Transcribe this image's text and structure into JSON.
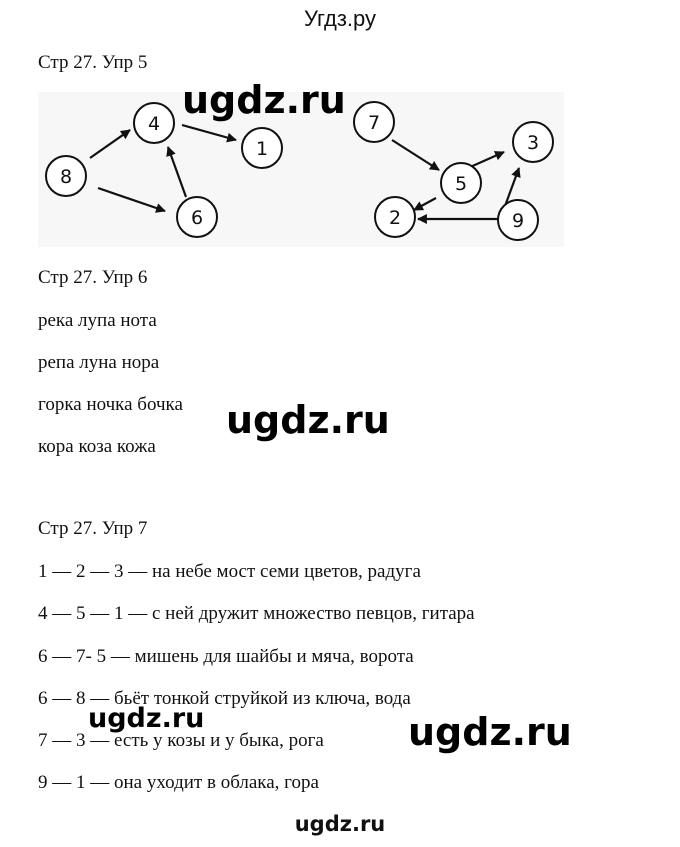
{
  "header": {
    "site": "Угдз.ру"
  },
  "ex5": {
    "title": "Стр 27. Упр 5",
    "nodes": [
      "8",
      "4",
      "1",
      "6",
      "7",
      "5",
      "3",
      "2",
      "9"
    ]
  },
  "ex6": {
    "title": "Стр 27. Упр 6",
    "lines": [
      "река лупа нота",
      "репа луна нора",
      "горка ночка бочка",
      "кора коза кожа"
    ]
  },
  "ex7": {
    "title": "Стр 27. Упр 7",
    "lines": [
      "1 — 2 — 3 — на небе мост семи цветов, радуга",
      "4 — 5 — 1 — с ней дружит множество певцов, гитара",
      "6 — 7- 5 — мишень для шайбы и мяча, ворота",
      "6 — 8 — бьёт тонкой струйкой из ключа, вода",
      "7 — 3 — есть у козы и у быка, рога",
      "9 — 1 — она уходит в облака, гора"
    ]
  },
  "watermarks": [
    "ugdz.ru",
    "ugdz.ru",
    "ugdz.ru",
    "ugdz.ru"
  ],
  "footer": {
    "text": "ugdz.ru"
  }
}
